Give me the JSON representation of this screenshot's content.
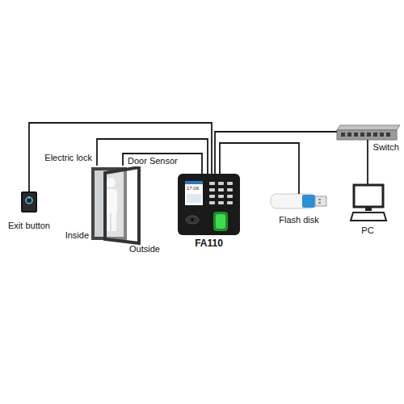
{
  "diagram": {
    "nodes": [
      {
        "text": [
          "Exit button"
        ]
      },
      {
        "text": [
          "Inside",
          "Outside"
        ]
      },
      {
        "text": [
          "FA110"
        ]
      },
      {
        "text": [
          "Flash disk"
        ]
      },
      {
        "text": [
          "Switch"
        ]
      },
      {
        "text": [
          "PC"
        ]
      }
    ],
    "edges": [
      {
        "from": 2,
        "to": 0,
        "arrow": "none"
      },
      {
        "from": 2,
        "to": 1,
        "label": "Electric lock",
        "arrow": "none"
      },
      {
        "from": 2,
        "to": 1,
        "label": "Door Sensor",
        "arrow": "none"
      },
      {
        "from": 2,
        "to": 3,
        "arrow": "none"
      },
      {
        "from": 2,
        "to": 4,
        "arrow": "none"
      },
      {
        "from": 4,
        "to": 5,
        "arrow": "none"
      }
    ],
    "labels": [
      "17:06"
    ]
  }
}
